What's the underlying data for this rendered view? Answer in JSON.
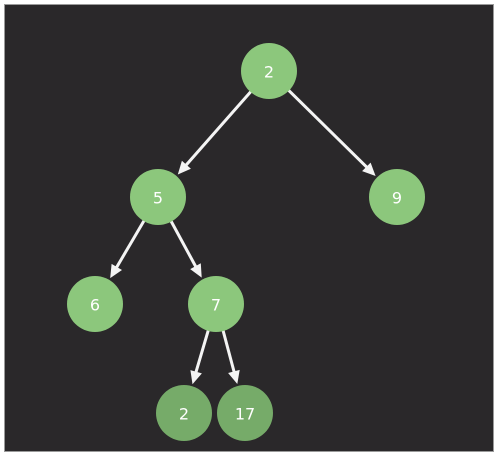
{
  "diagram": {
    "type": "binary-tree",
    "colors": {
      "background": "#2a282a",
      "node_primary": "#8cc77c",
      "node_secondary": "#76ab69",
      "edge": "#f4f4f4",
      "label": "#ffffff"
    },
    "nodes": [
      {
        "id": "n1",
        "label": "2"
      },
      {
        "id": "n2",
        "label": "5"
      },
      {
        "id": "n3",
        "label": "9"
      },
      {
        "id": "n4",
        "label": "6"
      },
      {
        "id": "n5",
        "label": "7"
      },
      {
        "id": "n6",
        "label": "2"
      },
      {
        "id": "n7",
        "label": "17"
      }
    ],
    "edges": [
      {
        "from": "n1",
        "to": "n2"
      },
      {
        "from": "n1",
        "to": "n3"
      },
      {
        "from": "n2",
        "to": "n4"
      },
      {
        "from": "n2",
        "to": "n5"
      },
      {
        "from": "n5",
        "to": "n6"
      },
      {
        "from": "n5",
        "to": "n7"
      }
    ]
  }
}
